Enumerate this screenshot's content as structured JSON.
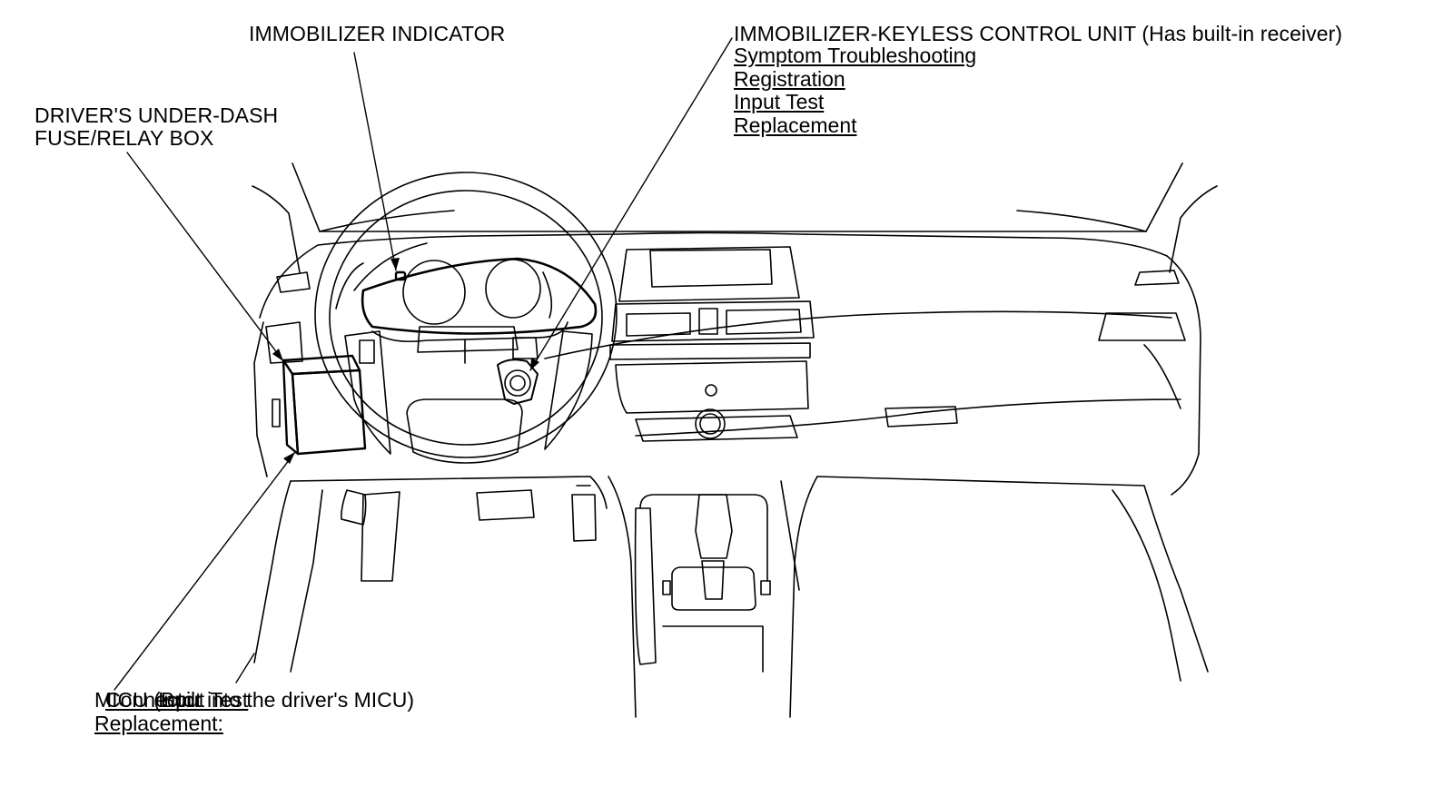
{
  "labels": {
    "immobilizer_indicator": "IMMOBILIZER INDICATOR",
    "fuse_box_line1": "DRIVER'S UNDER-DASH",
    "fuse_box_line2": "FUSE/RELAY BOX",
    "control_unit_title": "IMMOBILIZER-KEYLESS CONTROL UNIT (Has built-in receiver)",
    "micu_title": "MICU (Built into the driver's MICU)",
    "micu_overlap_a": "Connector",
    "micu_overlap_b": "Input Test",
    "micu_replacement": "Replacement:"
  },
  "control_unit_links": [
    "Symptom Troubleshooting",
    "Registration",
    "Input Test",
    "Replacement"
  ]
}
